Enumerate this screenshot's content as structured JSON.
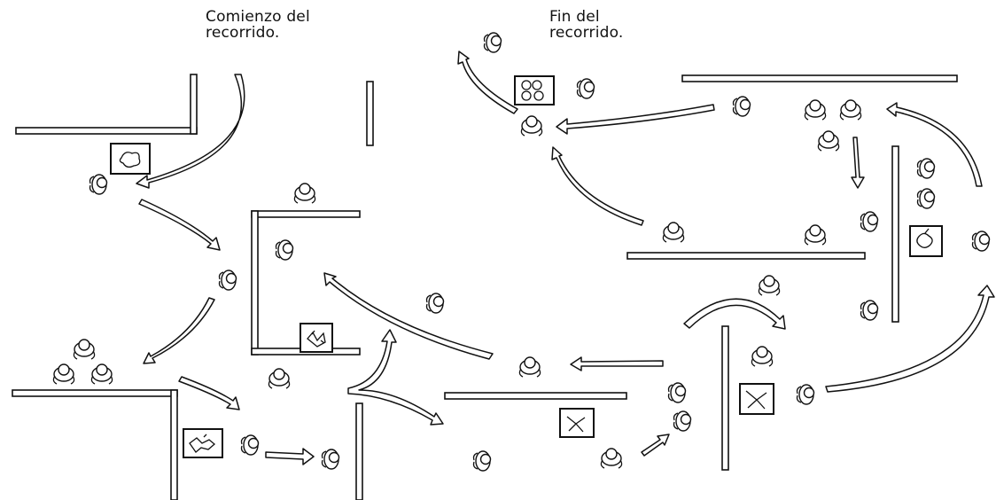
{
  "labels": {
    "start_line1": "Comienzo del",
    "start_line2": "recorrido.",
    "end_line1": "Fin del",
    "end_line2": "recorrido."
  }
}
